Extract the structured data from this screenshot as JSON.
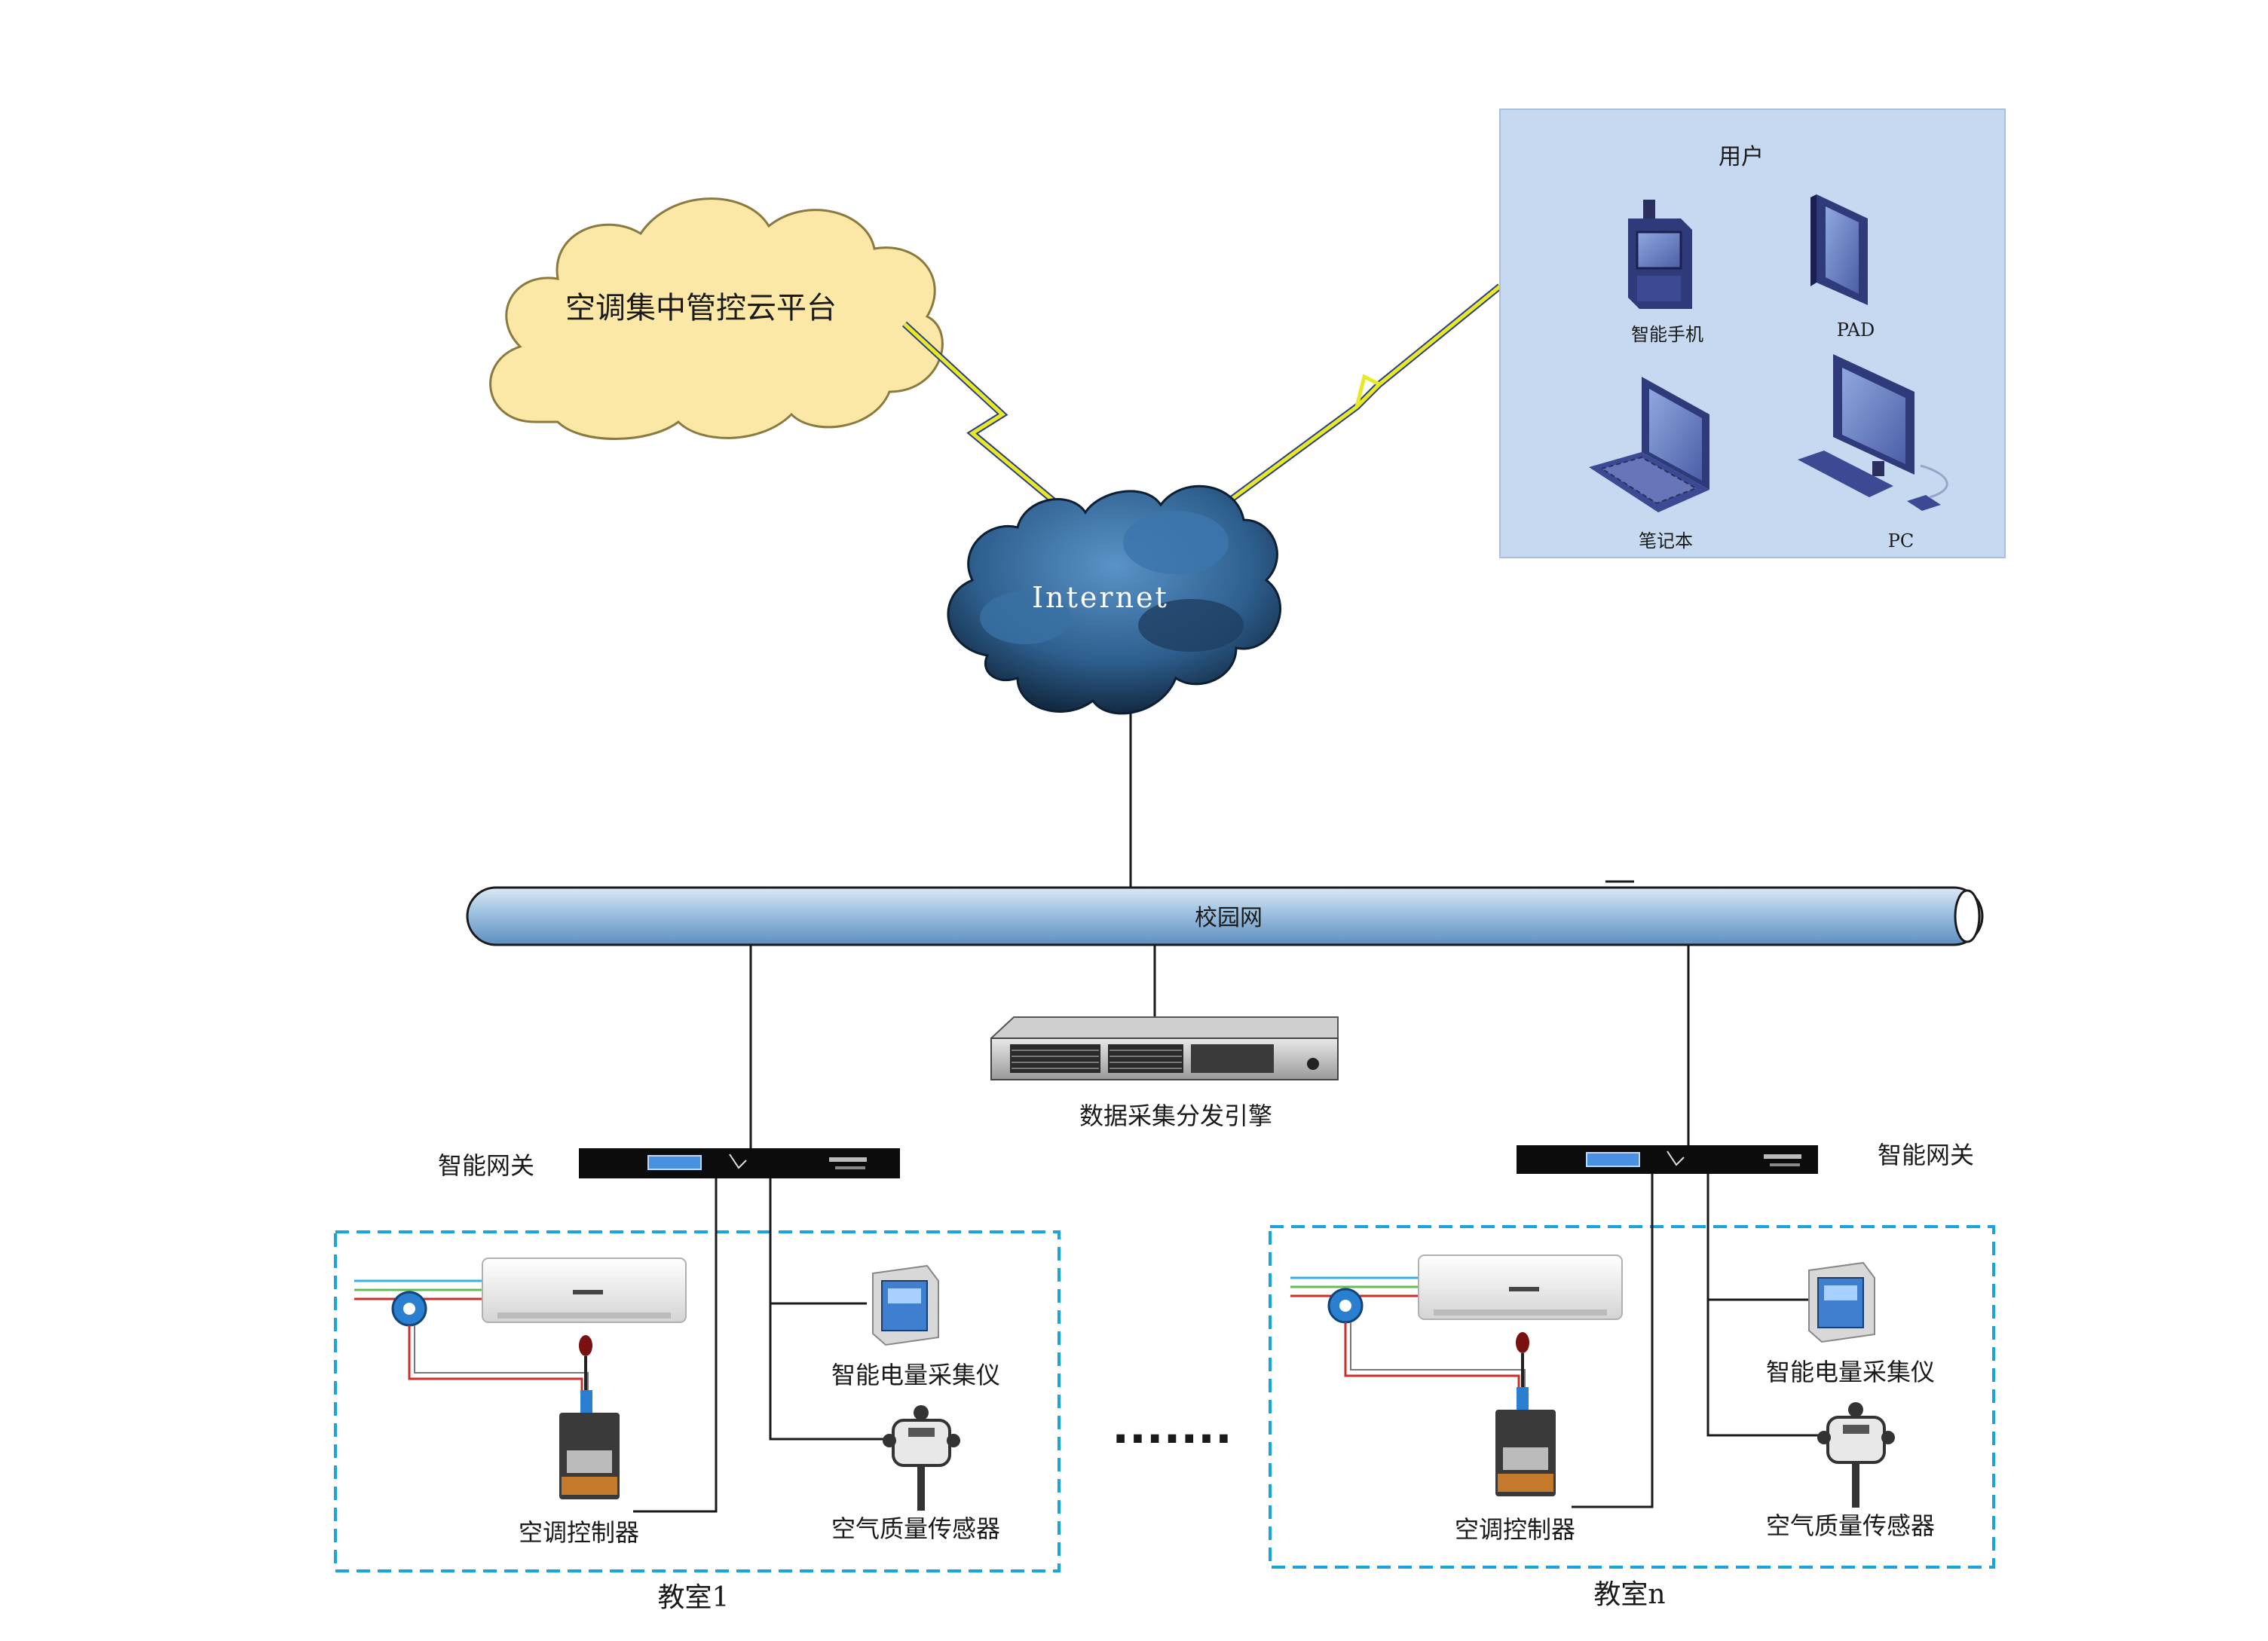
{
  "cloud_platform": {
    "label": "空调集中管控云平台"
  },
  "internet": {
    "label": "Internet"
  },
  "users_panel": {
    "title": "用户",
    "devices": [
      {
        "label": "智能手机",
        "icon": "smartphone-icon"
      },
      {
        "label": "PAD",
        "icon": "tablet-icon"
      },
      {
        "label": "笔记本",
        "icon": "laptop-icon"
      },
      {
        "label": "PC",
        "icon": "desktop-pc-icon"
      }
    ]
  },
  "campus_network": {
    "label": "校园网"
  },
  "server": {
    "label": "数据采集分发引擎"
  },
  "gateways": [
    {
      "label": "智能网关"
    },
    {
      "label": "智能网关"
    }
  ],
  "classrooms": [
    {
      "name": "教室1",
      "devices": {
        "ac_controller": "空调控制器",
        "power_meter": "智能电量采集仪",
        "air_sensor": "空气质量传感器"
      }
    },
    {
      "name": "教室n",
      "devices": {
        "ac_controller": "空调控制器",
        "power_meter": "智能电量采集仪",
        "air_sensor": "空气质量传感器"
      }
    }
  ],
  "ellipsis": "·······",
  "colors": {
    "cloud_fill": "#fbe7a6",
    "panel_fill": "#c6d9f1",
    "pipe_fill": "#9cc0e0",
    "dashed_border": "#1aa3dd",
    "lightning": "#e8e82a",
    "internet_cloud": "#2d5f8f"
  }
}
